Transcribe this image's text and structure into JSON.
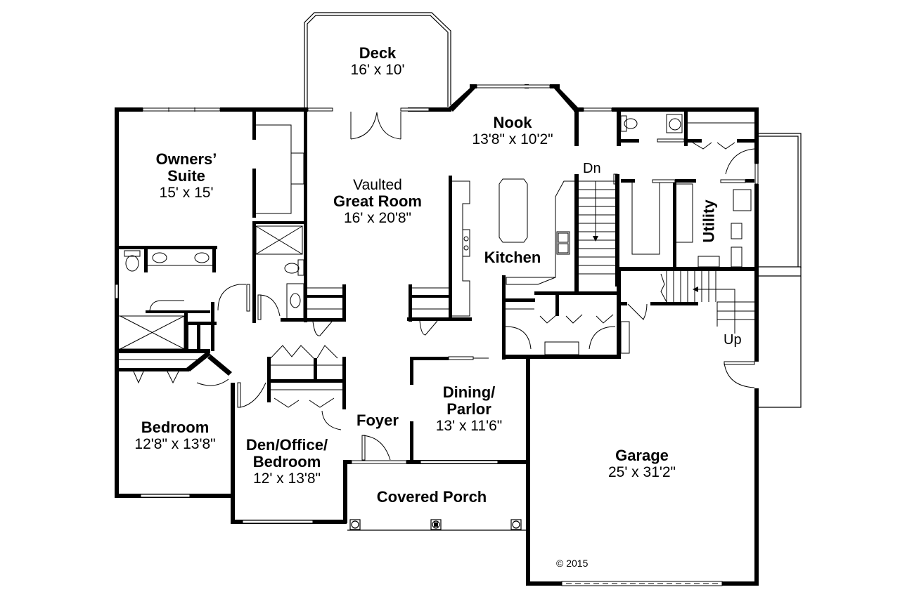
{
  "plan": {
    "rooms": [
      {
        "id": "deck",
        "name": "Deck",
        "dims": "16' x 10'"
      },
      {
        "id": "nook",
        "name": "Nook",
        "dims": "13'8\" x 10'2\""
      },
      {
        "id": "owners-suite",
        "name_line1": "Owners’",
        "name_line2": "Suite",
        "dims": "15' x 15'"
      },
      {
        "id": "great-room",
        "prefix": "Vaulted",
        "name": "Great Room",
        "dims": "16' x 20'8\""
      },
      {
        "id": "kitchen",
        "name": "Kitchen"
      },
      {
        "id": "utility",
        "name": "Utility"
      },
      {
        "id": "bedroom",
        "name": "Bedroom",
        "dims": "12'8\" x 13'8\""
      },
      {
        "id": "den",
        "name_line1": "Den/Office/",
        "name_line2": "Bedroom",
        "dims": "12' x 13'8\""
      },
      {
        "id": "foyer",
        "name": "Foyer"
      },
      {
        "id": "dining",
        "name_line1": "Dining/",
        "name_line2": "Parlor",
        "dims": "13' x 11'6\""
      },
      {
        "id": "porch",
        "name": "Covered Porch"
      },
      {
        "id": "garage",
        "name": "Garage",
        "dims": "25' x 31'2\""
      }
    ],
    "stair_labels": {
      "down": "Dn",
      "up": "Up"
    },
    "copyright": "© 2015"
  }
}
